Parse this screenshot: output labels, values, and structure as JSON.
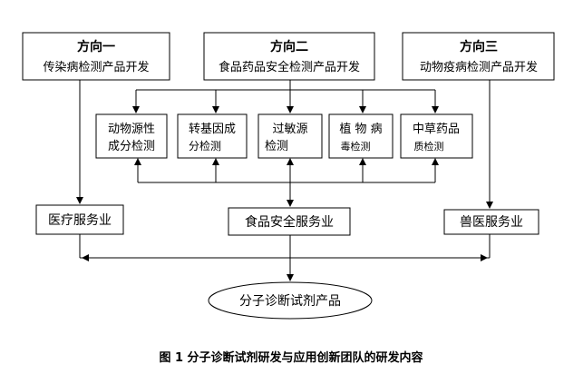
{
  "directions": [
    {
      "title": "方向一",
      "subtitle": "传染病检测产品开发"
    },
    {
      "title": "方向二",
      "subtitle": "食品药品安全检测产品开发"
    },
    {
      "title": "方向三",
      "subtitle": "动物疫病检测产品开发"
    }
  ],
  "detections": [
    {
      "line1": "动物源性",
      "line2": "成分检测"
    },
    {
      "line1": "转基因成",
      "line2": "分检测"
    },
    {
      "line1": "过敏源",
      "line2": "检测"
    },
    {
      "line1": "植 物 病",
      "line2": "毒检测"
    },
    {
      "line1": "中草药品",
      "line2": "质检测"
    }
  ],
  "industries": [
    {
      "label": "医疗服务业"
    },
    {
      "label": "食品安全服务业"
    },
    {
      "label": "兽医服务业"
    }
  ],
  "product": {
    "label": "分子诊断试剂产品"
  },
  "caption": "图 1 分子诊断试剂研发与应用创新团队的研发内容"
}
